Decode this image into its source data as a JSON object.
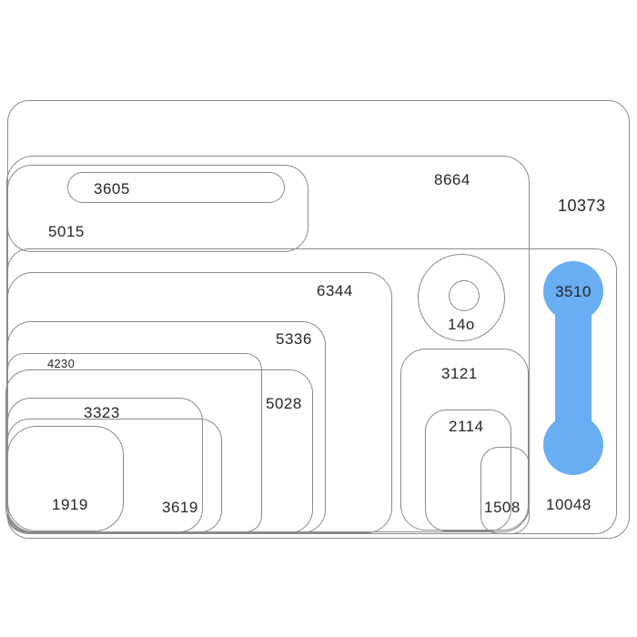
{
  "figure": {
    "type": "nested-rounded-rectangle tray diagram",
    "highlight_shape": "dumbbell"
  },
  "colors": {
    "accent_blue": "#69adf2",
    "line_gray": "#8b8b8b",
    "text_dark": "#262626",
    "background": "#ffffff"
  },
  "regions": {
    "outer": {
      "label": "10373"
    },
    "top_band": {
      "label": "8664"
    },
    "slot_5015": {
      "label": "5015"
    },
    "pill_3605": {
      "label": "3605"
    },
    "lower_band": {
      "label": "10048"
    },
    "slot_6344": {
      "label": "6344"
    },
    "slot_5336": {
      "label": "5336"
    },
    "slot_4230": {
      "label": "4230"
    },
    "slot_5028": {
      "label": "5028"
    },
    "slot_3323": {
      "label": "3323"
    },
    "slot_3619": {
      "label": "3619"
    },
    "slot_1919": {
      "label": "1919"
    },
    "slot_3121": {
      "label": "3121"
    },
    "slot_2114": {
      "label": "2114"
    },
    "slot_1508": {
      "label": "1508"
    },
    "washer": {
      "label": "14o"
    },
    "dumbbell": {
      "label": "3510"
    }
  }
}
